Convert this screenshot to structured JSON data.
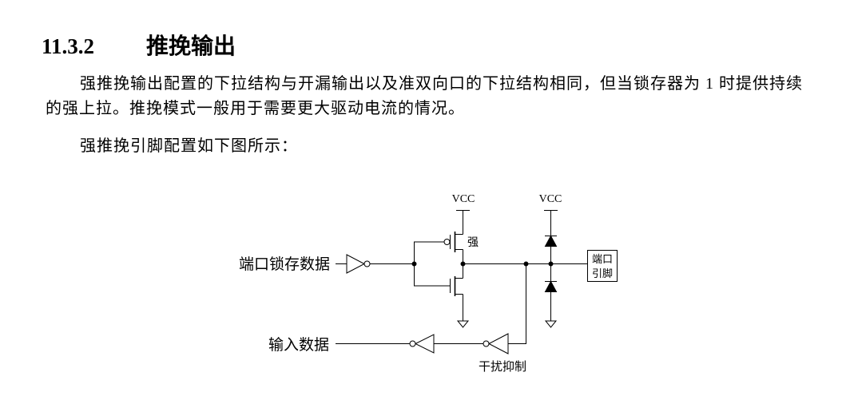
{
  "section": {
    "number": "11.3.2",
    "title": "推挽输出"
  },
  "paragraph_lines": [
    "强推挽输出配置的下拉结构与开漏输出以及准双向口的下拉结构相同，但当锁存器为 1 时提供持续",
    "的强上拉。推挽模式一般用于需要更大驱动电流的情况。"
  ],
  "figure_intro": "强推挽引脚配置如下图所示：",
  "diagram": {
    "vcc_left": "VCC",
    "vcc_right": "VCC",
    "latch_data_label": "端口锁存数据",
    "strong_label": "强",
    "pin_box": [
      "端口",
      "引脚"
    ],
    "input_data_label": "输入数据",
    "noise_suppression_label": "干扰抑制"
  }
}
